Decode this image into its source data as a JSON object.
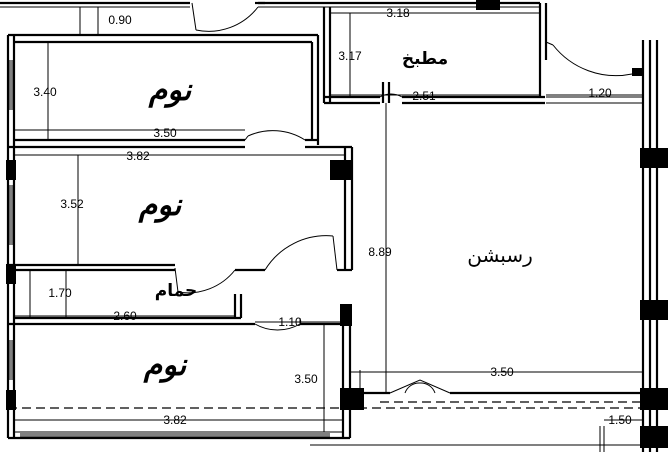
{
  "rooms": {
    "bedroom_1": "نوم",
    "bedroom_2": "نوم",
    "bedroom_3": "نوم",
    "kitchen": "مطبخ",
    "bathroom": "حمام",
    "reception": "رسبشن"
  },
  "dimensions": {
    "d_0_90": "0.90",
    "d_3_18": "3.18",
    "d_3_17": "3.17",
    "d_3_40": "3.40",
    "d_2_51": "2.51",
    "d_1_20": "1.20",
    "d_3_50_top": "3.50",
    "d_3_82_top": "3.82",
    "d_3_52": "3.52",
    "d_8_89": "8.89",
    "d_1_70": "1.70",
    "d_2_60": "2.60",
    "d_1_10": "1.10",
    "d_3_50_right": "3.50",
    "d_3_50_bottom": "3.50",
    "d_3_82_bottom": "3.82",
    "d_1_50": "1.50"
  }
}
